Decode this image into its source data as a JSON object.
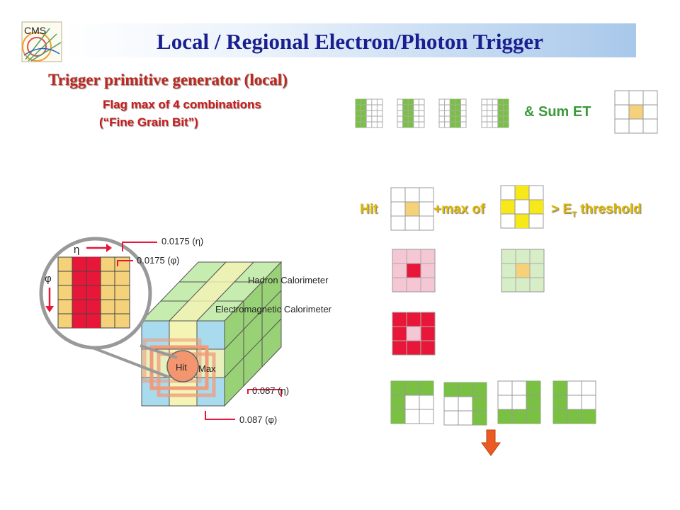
{
  "title": "Local / Regional Electron/Photon  Trigger",
  "logo_text": "CMS",
  "subtitle": "Trigger primitive generator (local)",
  "notes": [
    "Flag max of 4 combinations",
    "(“Fine Grain Bit”)"
  ],
  "sum_et": "& Sum ET",
  "hit_label": "Hit",
  "max_of_label": "+max of",
  "threshold_label": "> E",
  "threshold_sub": "T",
  "threshold_rest": " threshold",
  "calorimeter": {
    "eta_symbol": "η",
    "phi_symbol": "φ",
    "dim_fine_eta": "0.0175 (η)",
    "dim_fine_phi": "0.0175 (φ)",
    "dim_coarse_eta": "0.087 (η)",
    "dim_coarse_phi": "0.087 (φ)",
    "hadron_label": "Hadron Calorimeter",
    "em_label": "Electromagnetic Calorimeter",
    "hit_text": "Hit",
    "max_text": "Max"
  },
  "colors": {
    "title": "#1a1f8f",
    "subtitle": "#c0281e",
    "green": "#7ac143",
    "yellow": "#f7e81a",
    "red": "#e8173a",
    "pink": "#f5c6d4",
    "light_green": "#d6edc6",
    "tan": "#f5d27a",
    "light_blue": "#a9dbef",
    "arrow": "#ec5a24"
  },
  "icons": {
    "down_arrow": "down-arrow-icon",
    "logo": "cms-logo-icon"
  }
}
